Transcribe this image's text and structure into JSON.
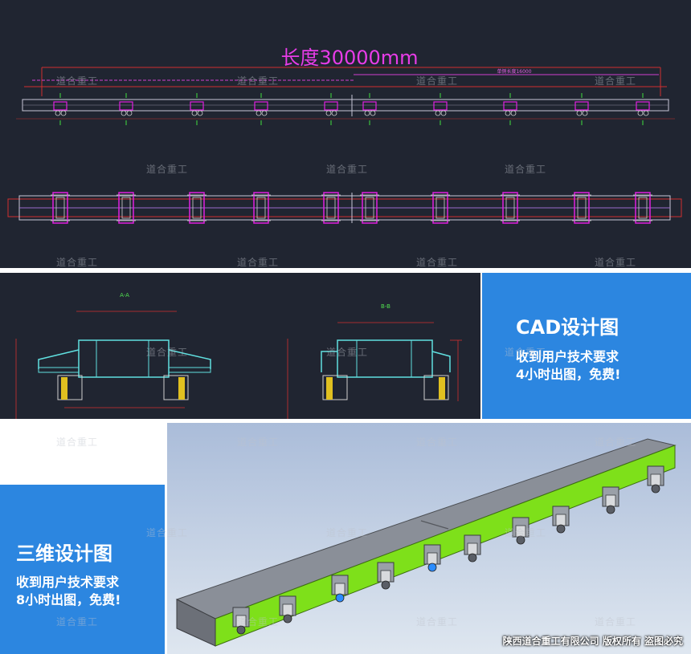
{
  "top_drawing": {
    "length_label": "长度30000mm",
    "sub_length_label": "单侧长度16000"
  },
  "section_drawing": {
    "label_a": "A-A",
    "label_b": "B-B"
  },
  "cad_info": {
    "title": "CAD设计图",
    "line1": "收到用户技术要求",
    "line2": "4小时出图，免费!"
  },
  "three_d_info": {
    "title": "三维设计图",
    "line1": "收到用户技术要求",
    "line2": "8小时出图，免费!"
  },
  "watermark": "道合重工",
  "copyright": "陕西道合重工有限公司 版权所有 盗图必究",
  "colors": {
    "cad_background": "#202531",
    "info_blue": "#2c86e0",
    "magenta": "#e020e0",
    "beam_green": "#7ee01a",
    "wheel_blue": "#2b8cff"
  }
}
